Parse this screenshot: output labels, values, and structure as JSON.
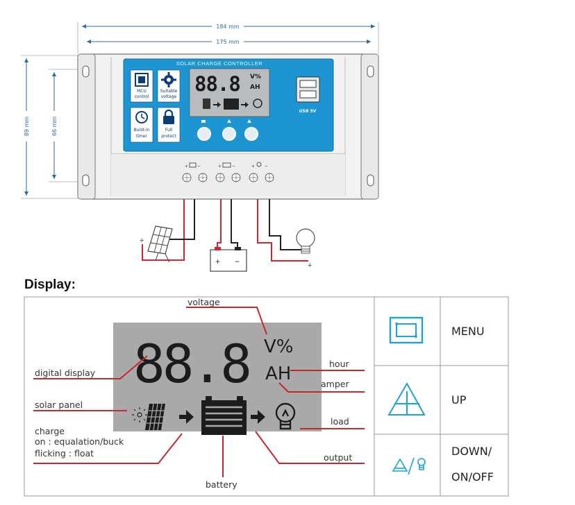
{
  "dimensions": {
    "width_outer": "184 mm",
    "width_inner": "175 mm",
    "height_outer": "89 mm",
    "height_inner": "66 mm"
  },
  "controller": {
    "title": "SOLAR CHARGE CONTROLLER",
    "features": [
      {
        "icon": "chip-icon",
        "lines": [
          "MCU",
          "control"
        ]
      },
      {
        "icon": "gear-icon",
        "lines": [
          "Suitable",
          "voltage"
        ]
      },
      {
        "icon": "clock-icon",
        "lines": [
          "Build-in",
          "timer"
        ]
      },
      {
        "icon": "lock-icon",
        "lines": [
          "Full",
          "protect"
        ]
      }
    ],
    "lcd_digits": "88.8",
    "lcd_units_top": "V%",
    "lcd_units_bottom": "AH",
    "usb_label": "USB 5V",
    "terminal_signs": {
      "plus": "+",
      "minus": "−"
    }
  },
  "wiring": {
    "panel_plus": "+",
    "battery_plus": "+",
    "battery_minus": "−",
    "load_plus": "+"
  },
  "display_section": {
    "heading": "Display:",
    "lcd_digits": "88.8",
    "unit_top": "V%",
    "unit_bottom": "AH",
    "annotations": {
      "voltage": "voltage",
      "digital_display": "digital display",
      "hour": "hour",
      "amper": "amper",
      "solar_panel": "solar panel",
      "charge_1": "charge",
      "charge_2": "on : equalation/buck",
      "charge_3": "flicking : float",
      "load": "load",
      "output": "output",
      "battery": "battery"
    },
    "legend": [
      {
        "icon": "menu-icon",
        "label": "MENU"
      },
      {
        "icon": "up-icon",
        "label": "UP"
      },
      {
        "icon": "down-onoff-icon",
        "label_line1": "DOWN/",
        "label_line2": "ON/OFF"
      }
    ]
  },
  "colors": {
    "panel_blue": "#1c95d2",
    "lcd_gray": "#a8a8a8",
    "leader_red": "#c8262e",
    "legend_cyan": "#1aa3d4",
    "wire_red": "#d3262e"
  }
}
